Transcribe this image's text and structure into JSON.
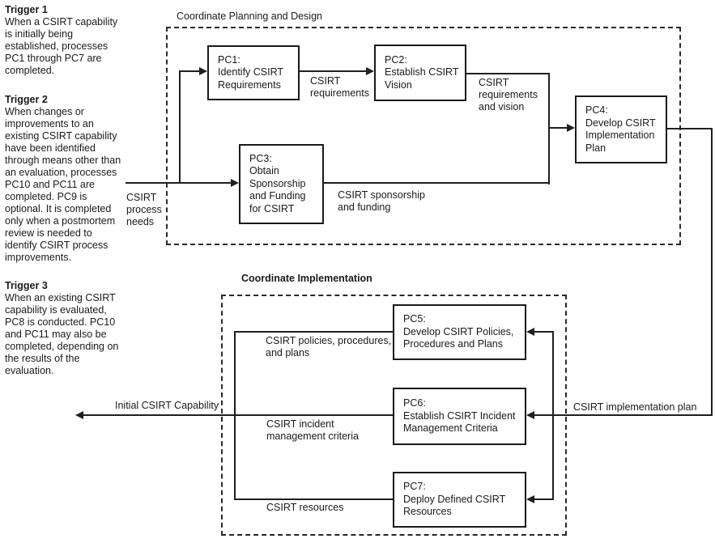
{
  "triggers": [
    {
      "title": "Trigger 1",
      "body": "When a CSIRT capability\nis initially being\nestablished, processes\nPC1 through PC7 are\ncompleted."
    },
    {
      "title": "Trigger 2",
      "body": "When changes or\nimprovements to an\nexisting CSIRT capability\nhave been identified\nthrough means other than\nan evaluation, processes\nPC10 and PC11 are\ncompleted. PC9 is\noptional. It is completed\nonly when a postmortem\nreview is needed to\nidentify CSIRT process\nimprovements."
    },
    {
      "title": "Trigger 3",
      "body": "When an existing CSIRT\ncapability is evaluated,\nPC8 is conducted. PC10\nand PC11 may also be\ncompleted, depending on\nthe results of the\nevaluation."
    }
  ],
  "groups": {
    "planning": "Coordinate Planning and Design",
    "implementation": "Coordinate Implementation"
  },
  "nodes": {
    "pc1": "PC1:\nIdentify CSIRT\nRequirements",
    "pc2": "PC2:\nEstablish CSIRT\nVision",
    "pc3": "PC3:\nObtain\nSponsorship\nand Funding\nfor CSIRT",
    "pc4": "PC4:\nDevelop CSIRT\nImplementation\nPlan",
    "pc5": "PC5:\nDevelop CSIRT Policies,\nProcedures and Plans",
    "pc6": "PC6:\nEstablish CSIRT Incident\nManagement Criteria",
    "pc7": "PC7:\nDeploy Defined CSIRT\nResources"
  },
  "edge_labels": {
    "process_needs": "CSIRT\nprocess\nneeds",
    "requirements": "CSIRT\nrequirements",
    "requirements_and_vision": "CSIRT\nrequirements\nand vision",
    "sponsorship_and_funding": "CSIRT sponsorship\nand funding",
    "implementation_plan": "CSIRT implementation plan",
    "policies_procedures_plans": "CSIRT policies, procedures,\nand plans",
    "incident_management_criteria": "CSIRT incident\nmanagement criteria",
    "resources": "CSIRT resources",
    "initial_capability": "Initial CSIRT Capability"
  },
  "colors": {
    "line": "#1f1f1f",
    "text": "#1a1a1a",
    "background": "#ffffff"
  }
}
